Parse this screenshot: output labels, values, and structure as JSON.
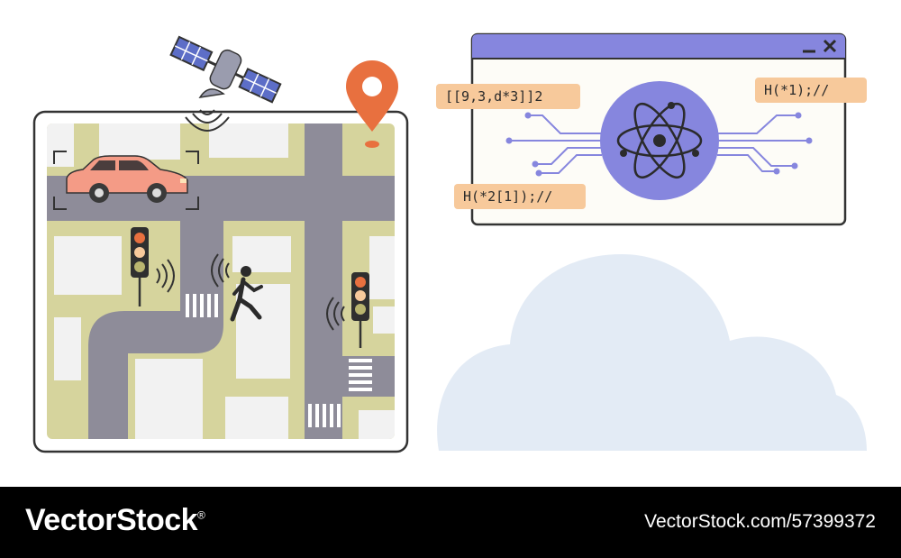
{
  "colors": {
    "frame_stroke": "#333333",
    "block": "#d6d49d",
    "road": "#8e8c99",
    "lot": "#f2f2f2",
    "car": "#f49b86",
    "pin": "#e8703f",
    "window_bar": "#8686de",
    "atom_circle": "#8686de",
    "circuit": "#8686de",
    "code_chip": "#f7c99b",
    "cloud": "#e3ebf5",
    "footer_bg": "#000000"
  },
  "icons": {
    "satellite": "satellite-icon",
    "location_pin": "location-pin-icon",
    "car": "car-icon",
    "pedestrian": "pedestrian-icon",
    "traffic_light": "traffic-light-icon",
    "signal_waves": "signal-waves-icon",
    "atom": "atom-icon",
    "window_minimize": "minimize-icon",
    "window_close": "close-icon",
    "cloud": "cloud-icon"
  },
  "code_window": {
    "snippets": {
      "top_left": "[[9,3,d*3]]2",
      "top_right": "H(*1);//",
      "bottom_left": "H(*2[1]);//"
    }
  },
  "footer": {
    "brand": "VectorStock",
    "brand_mark": "®",
    "image_ref": "VectorStock.com/57399372"
  }
}
